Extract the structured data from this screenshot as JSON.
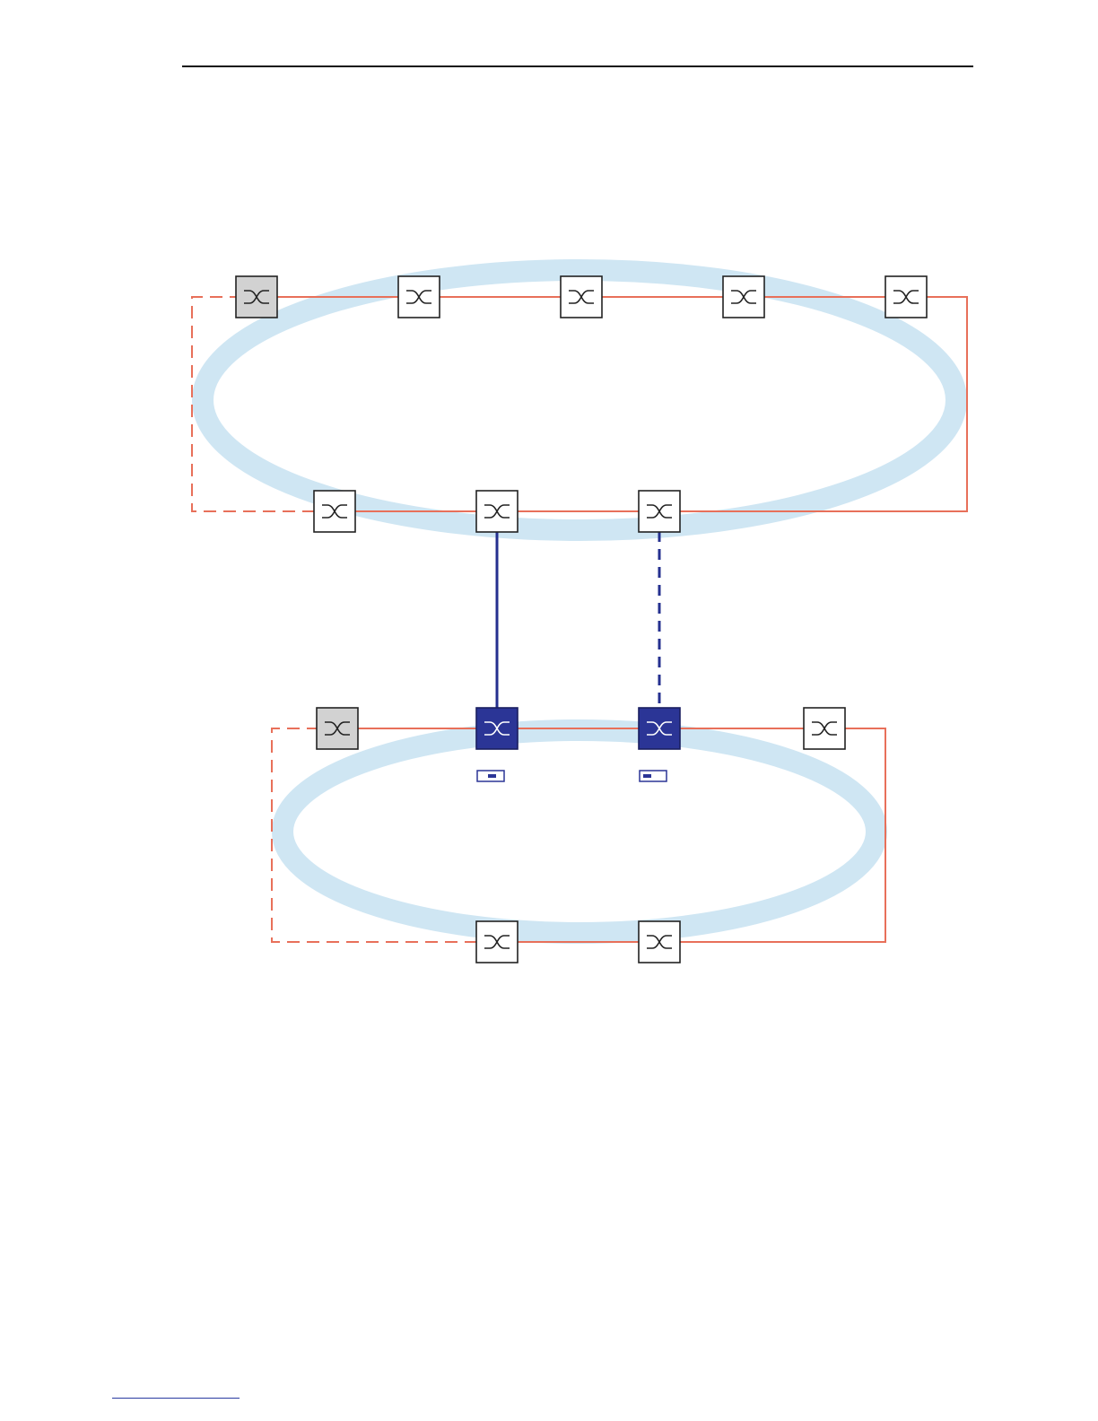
{
  "colors": {
    "ring_halo": "#cfe6f3",
    "ring_line": "#e8705a",
    "coupling_line": "#25308f",
    "switch_fill": "#ffffff",
    "switch_fill_ring_manager": "#d2d2d2",
    "switch_fill_coupling": "#2b3596",
    "switch_border": "#222222",
    "header_rule": "#111111",
    "footer_link": "#2a3aa0"
  },
  "icons": {
    "switch": "switch-icon",
    "ring_manager": "ring-manager-switch-icon",
    "coupling_switch": "coupling-switch-icon",
    "dip_switch": "dip-switch-icon"
  },
  "rings": [
    {
      "id": "ring-1",
      "switches": 8,
      "ring_managers": 1,
      "redundant_link": "dashed"
    },
    {
      "id": "ring-2",
      "switches": 6,
      "ring_managers": 1,
      "coupling_switches": 2,
      "redundant_link": "dashed"
    }
  ],
  "coupling": {
    "main_line": "solid",
    "redundant_line": "dashed"
  }
}
